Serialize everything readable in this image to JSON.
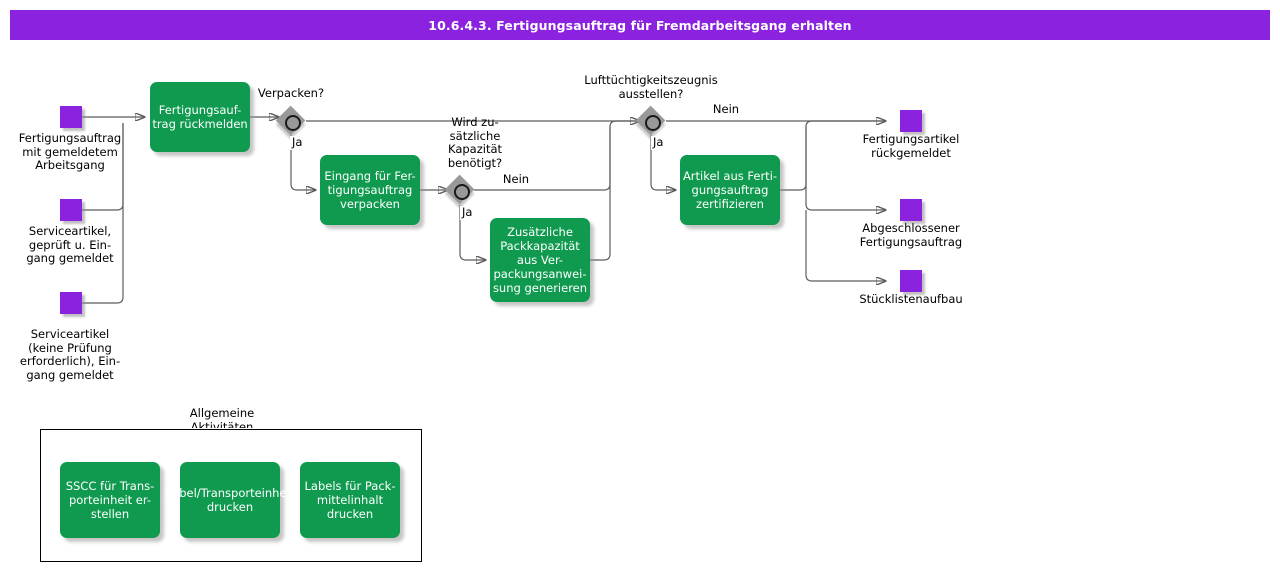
{
  "header": {
    "title": "10.6.4.3. Fertigungsauftrag für Fremdarbeitsgang erhalten",
    "bar_color": "#8a22e0"
  },
  "colors": {
    "event": "#8a22e0",
    "task": "#0f9a4f",
    "gateway": "#999999",
    "connector": "#5c5c5c"
  },
  "start_events": [
    {
      "label": "Fertigungsauftrag\nmit gemeldetem\nArbeitsgang"
    },
    {
      "label": "Serviceartikel,\ngeprüft u. Ein-\ngang gemeldet"
    },
    {
      "label": "Serviceartikel\n(keine Prüfung\nerforderlich), Ein-\ngang gemeldet"
    }
  ],
  "end_events": [
    {
      "label": "Fertigungsartikel\nrückgemeldet"
    },
    {
      "label": "Abgeschlossener\nFertigungsauftrag"
    },
    {
      "label": "Stücklistenaufbau"
    }
  ],
  "tasks": [
    {
      "label": "Fertigungsauf-\ntrag rückmelden"
    },
    {
      "label": "Eingang für Fer-\ntigungsauftrag\nverpacken"
    },
    {
      "label": "Zusätzliche\nPackkapazität\naus Ver-\npackungsanwei-\nsung generieren"
    },
    {
      "label": "Artikel aus Ferti-\ngungsauftrag\nzertifizieren"
    }
  ],
  "gateways": [
    {
      "label": "Verpacken?"
    },
    {
      "label": "Wird zu-\nsätzliche\nKapazität\nbenötigt?"
    },
    {
      "label": "Lufttüchtigkeitszeugnis\nausstellen?"
    }
  ],
  "flow_labels": {
    "gw1_ja": "Ja",
    "gw2_nein": "Nein",
    "gw2_ja": "Ja",
    "gw3_nein": "Nein",
    "gw3_ja": "Ja"
  },
  "group": {
    "label": "Allgemeine\nAktivitäten",
    "tasks": [
      {
        "label": "SSCC für Trans-\nporteinheit er-\nstellen"
      },
      {
        "label": "Label/Transporteinheit\ndrucken"
      },
      {
        "label": "Labels für Pack-\nmittelinhalt\ndrucken"
      }
    ]
  }
}
